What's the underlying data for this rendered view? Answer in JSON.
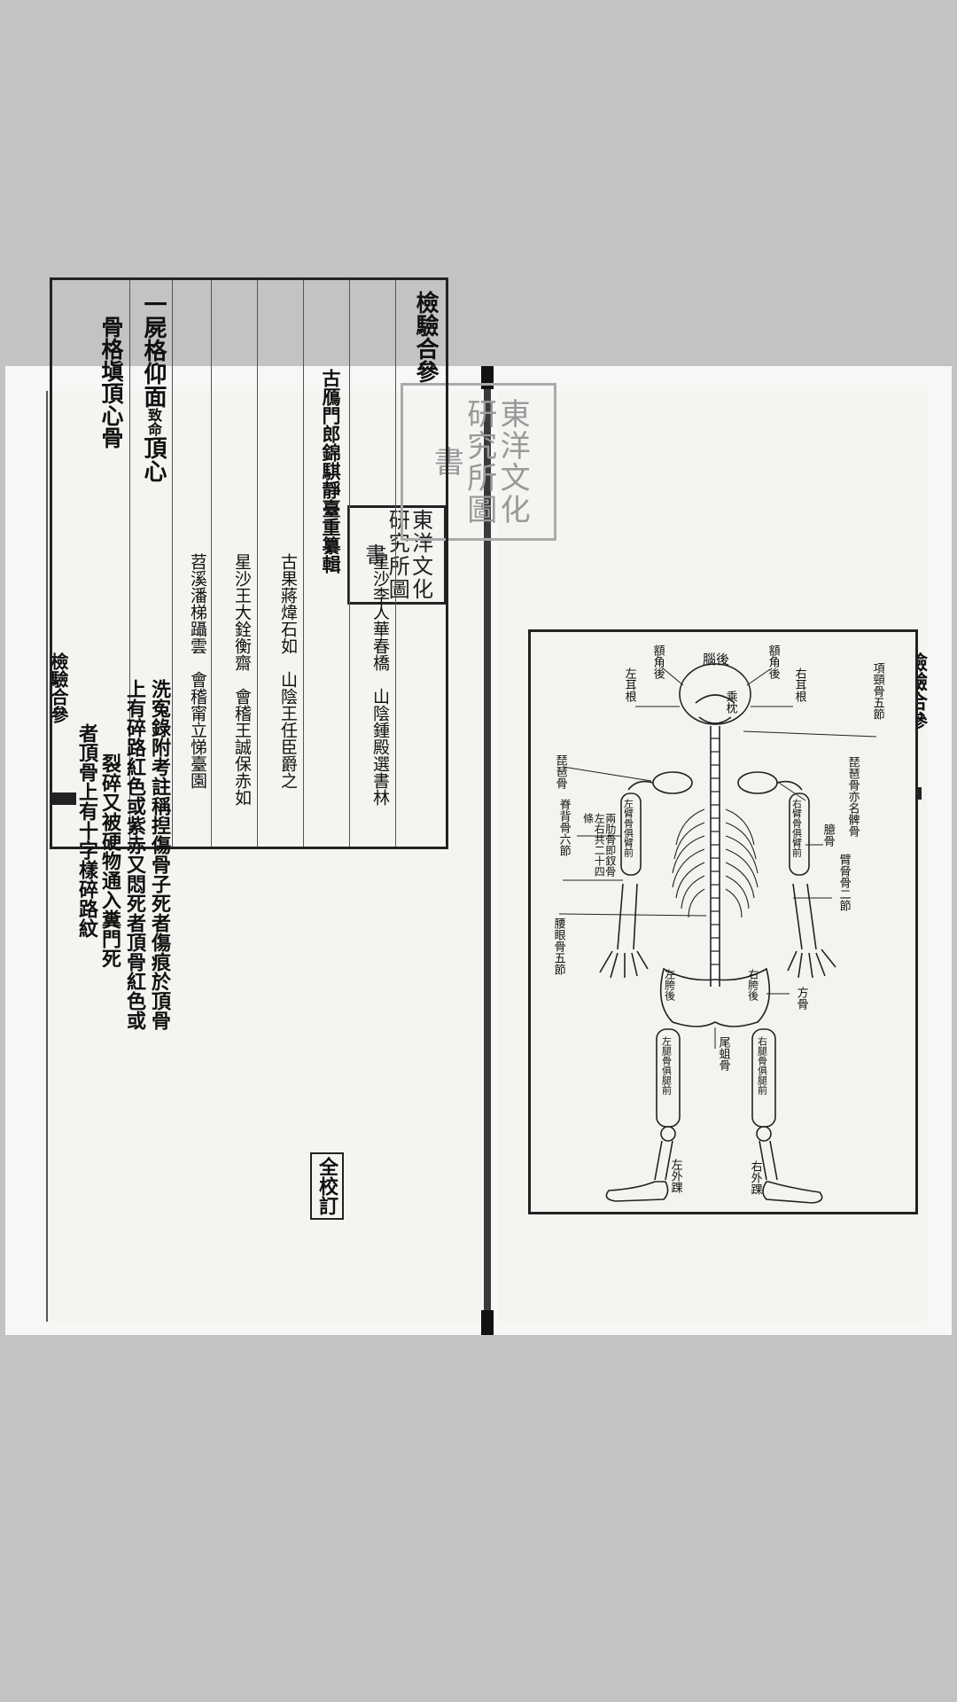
{
  "left_page": {
    "book_title": "檢驗合參",
    "author_line": "古鴈門郎錦騏靜臺重纂輯",
    "editors": [
      {
        "place": "星沙",
        "name": "李人華春橋"
      },
      {
        "place": "山陰",
        "name": "鍾殿選書林"
      },
      {
        "place": "古果",
        "name": "蔣煒石如"
      },
      {
        "place": "山陰",
        "name": "王任臣爵之"
      },
      {
        "place": "星沙",
        "name": "王大銓衡齋"
      },
      {
        "place": "會稽",
        "name": "王誠保赤如"
      },
      {
        "place": "苕溪",
        "name": "潘梯躡雲"
      },
      {
        "place": "會稽",
        "name": "甯立悌臺園"
      }
    ],
    "collation_mark": "全校訂",
    "heading_1": "一屍格仰面",
    "heading_1_note": "致命",
    "heading_1_item": "頂心",
    "heading_2": "骨格塡頂心骨",
    "body_lines": [
      "洗寃錄附考註稱揑傷骨子死者傷痕於頂骨",
      "上有碎路紅色或紫赤又悶死者頂骨紅色或",
      "裂碎又被硬物通入糞門死",
      "者頂骨上有十字樣碎路紋"
    ],
    "margin_title": "檢驗合參",
    "seal_text": "東洋文化研究所圖書"
  },
  "right_page": {
    "margin_title": "檢驗合參",
    "seal_text": "東洋文化研究所圖書",
    "diagram_labels": {
      "head_back": "腦後",
      "left_forehead": "額角後",
      "right_forehead": "額角後",
      "occiput": "乘枕",
      "left_ear": "左耳根",
      "right_ear": "右耳根",
      "neck": "項頸骨五節",
      "left_scapula": "琵琶骨",
      "right_scapula": "琵琶骨亦名髀骨",
      "left_upper_arm": "左臂骨俱臂前",
      "right_upper_arm": "右臂骨俱臂前",
      "ribs": "兩肋骨即釵骨左右共二十四條",
      "spine": "脊背骨六節",
      "elbow": "臆骨",
      "right_forearm": "臂脅骨二節",
      "lumbar": "腰眼骨五節",
      "left_hip": "左胯後",
      "right_hip": "右胯後",
      "square_bone": "方骨",
      "coccyx": "尾蛆骨",
      "left_thigh": "左腿骨俱腿前",
      "right_thigh": "右腿骨俱腿前",
      "left_ankle": "左外踝",
      "right_ankle": "右外踝"
    }
  }
}
